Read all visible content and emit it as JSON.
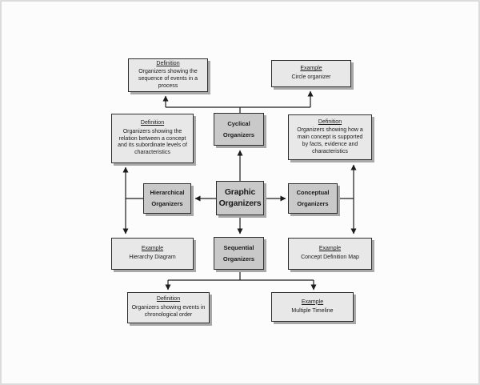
{
  "page": {
    "background": "#fcfcfc"
  },
  "colors": {
    "page_bg": "#fcfcfc",
    "page_border": "#dcdcdc",
    "category_fill": "#c9c9c9",
    "info_fill": "#e8e8e8",
    "box_border": "#2e2e2e",
    "shadow": "#a8a8a8",
    "line": "#1c1c1c",
    "text": "#1a1a1a"
  },
  "nodes": {
    "graphic": {
      "label": "Graphic\nOrganizers"
    },
    "cyclical": {
      "label": "Cyclical\nOrganizers"
    },
    "hierarchical": {
      "label": "Hierarchical\nOrganizers"
    },
    "conceptual": {
      "label": "Conceptual\nOrganizers"
    },
    "sequential": {
      "label": "Sequential\nOrganizers"
    },
    "def_sequence": {
      "heading": "Definition",
      "body": "Organizers showing the\nsequence of events in a\nprocess"
    },
    "ex_circle": {
      "heading": "Example",
      "body": "Circle organizer"
    },
    "def_relation": {
      "heading": "Definition",
      "body": "Organizers showing the\nrelation between a concept\nand its subordinate levels of\ncharacteristics"
    },
    "def_support": {
      "heading": "Definition",
      "body": "Organizers showing how a\nmain concept is supported\nby facts, evidence and\ncharacteristics"
    },
    "ex_hierarchy": {
      "heading": "Example",
      "body": "Hierarchy Diagram"
    },
    "ex_concept_map": {
      "heading": "Example",
      "body": "Concept Definition Map"
    },
    "def_chronological": {
      "heading": "Definition",
      "body": "Organizers showing events in\nchronological order"
    },
    "ex_timeline": {
      "heading": "Example",
      "body": "Multiple Timeline"
    }
  }
}
